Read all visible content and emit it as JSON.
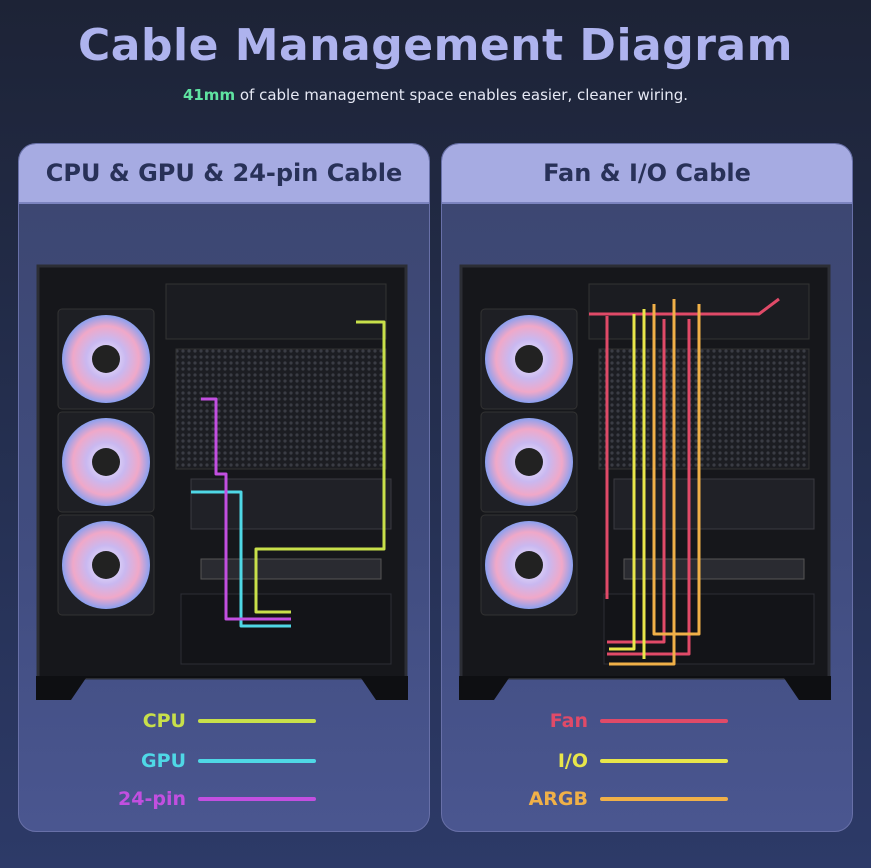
{
  "header": {
    "title": "Cable Management Diagram",
    "subtitle_highlight": "41mm",
    "subtitle_rest": " of cable management space enables easier, cleaner wiring."
  },
  "panels": [
    {
      "title": "CPU & GPU & 24-pin Cable",
      "legend": [
        {
          "label": "CPU",
          "color": "#c8e04a"
        },
        {
          "label": "GPU",
          "color": "#4fd8e6"
        },
        {
          "label": "24-pin",
          "color": "#c24fe0"
        }
      ]
    },
    {
      "title": "Fan & I/O Cable",
      "legend": [
        {
          "label": "Fan",
          "color": "#e04a68"
        },
        {
          "label": "I/O",
          "color": "#e8e64a"
        },
        {
          "label": "ARGB",
          "color": "#f0b048"
        }
      ]
    }
  ]
}
